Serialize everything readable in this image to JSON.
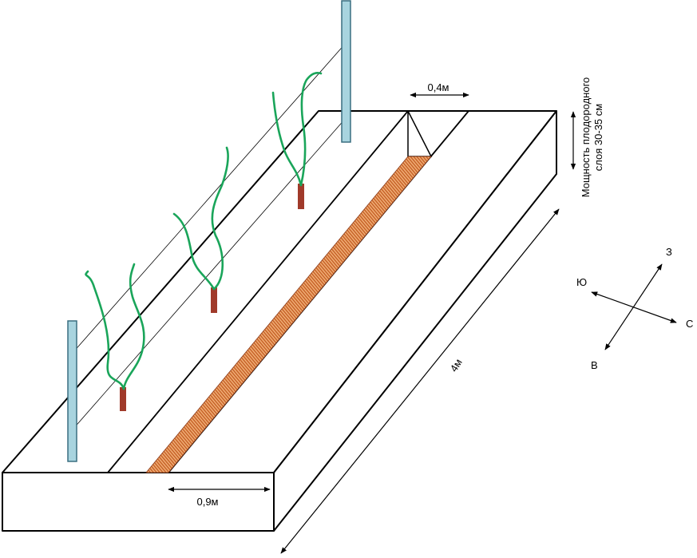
{
  "dimensions": {
    "trench_width": "0,4м",
    "bed_width": "0,9м",
    "bed_length": "4м",
    "soil_layer_line1": "Мощность плодородного",
    "soil_layer_line2": "слоя 30-35 см"
  },
  "compass": {
    "west": "З",
    "south": "Ю",
    "north": "С",
    "east": "В"
  },
  "colors": {
    "outline": "#000000",
    "post_fill": "#a8d4df",
    "post_stroke": "#3a6f80",
    "vine": "#1aa55a",
    "stump": "#a03a2a",
    "trench_stripe_a": "#c8642a",
    "trench_stripe_b": "#f2b27a"
  },
  "icons": {
    "posts": "trellis-post-icon",
    "vines": "grape-vine-icon"
  }
}
